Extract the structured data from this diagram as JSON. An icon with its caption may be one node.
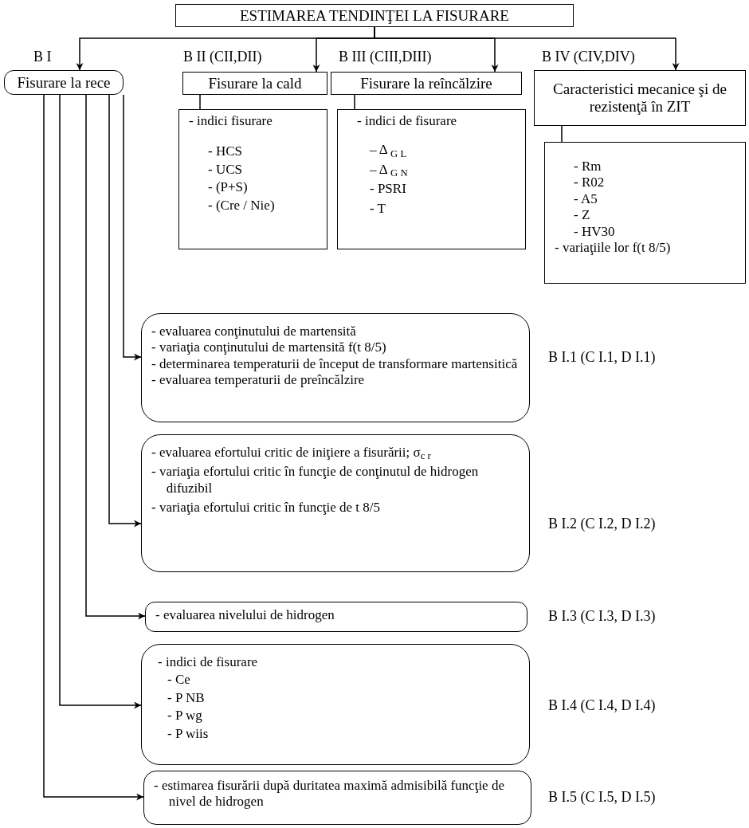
{
  "diagram": {
    "nodes": [
      {
        "text": [
          "ESTIMAREA TENDINŢEI LA FISURARE"
        ]
      },
      {
        "text": [
          "Fisurare la rece"
        ],
        "beside": [
          "B I"
        ]
      },
      {
        "text": [
          "Fisurare la cald"
        ],
        "beside": [
          "B II (CII,DII)"
        ]
      },
      {
        "text": [
          "Fisurare la reîncălzire"
        ],
        "beside": [
          "B III (CIII,DIII)"
        ]
      },
      {
        "text": [
          "Caracteristici mecanice şi de rezistenţă în ZIT"
        ],
        "beside": [
          "B IV (CIV,DIV)"
        ]
      },
      {
        "text": [
          "- indici fisurare",
          "- HCS",
          "- UCS",
          "- (P+S)",
          "- (Cre / Nie)"
        ]
      },
      {
        "text": [
          "- indici de fisurare",
          "– Δ $_{G L}$",
          "– Δ $_{G N}$",
          "- PSRI",
          "- T"
        ]
      },
      {
        "text": [
          "- Rm",
          "- R02",
          "- A5",
          "- Z",
          "- HV30",
          "- variaţiile lor f(t 8/5)"
        ]
      },
      {
        "text": [
          "- evaluarea conţinutului de martensită",
          "- variaţia conţinutului de martensită f(t 8/5)",
          "- determinarea temperaturii de început de transformare martensitică",
          "- evaluarea temperaturii de preîncălzire"
        ],
        "beside": [
          "B I.1 (C I.1, D I.1)"
        ]
      },
      {
        "text": [
          "- evaluarea efortului critic de iniţiere a fisurării; σ$_{c r}$",
          "- variaţia efortului critic în funcţie de conţinutul de hidrogen difuzibil",
          "- variaţia efortului critic în funcţie de t 8/5"
        ],
        "beside": [
          "B I.2 (C I.2, D I.2)"
        ]
      },
      {
        "text": [
          "- evaluarea nivelului de hidrogen"
        ],
        "beside": [
          "B I.3 (C I.3, D I.3)"
        ]
      },
      {
        "text": [
          "- indici de fisurare",
          "- Ce",
          "- P NB",
          "- P wg",
          "- P wiis"
        ],
        "beside": [
          "B I.4 (C I.4, D I.4)"
        ]
      },
      {
        "text": [
          "- estimarea fisurării după duritatea maximă admisibilă funcţie de nivel de hidrogen"
        ],
        "beside": [
          "B I.5 (C I.5, D I.5)"
        ]
      }
    ],
    "edges": [
      {
        "from": 0,
        "to": 1,
        "arrow": "to"
      },
      {
        "from": 0,
        "to": 2,
        "arrow": "to"
      },
      {
        "from": 0,
        "to": 3,
        "arrow": "to"
      },
      {
        "from": 0,
        "to": 4,
        "arrow": "to"
      },
      {
        "from": 2,
        "to": 5,
        "arrow": "none"
      },
      {
        "from": 3,
        "to": 6,
        "arrow": "none"
      },
      {
        "from": 4,
        "to": 7,
        "arrow": "none"
      },
      {
        "from": 1,
        "to": 8,
        "arrow": "to"
      },
      {
        "from": 1,
        "to": 9,
        "arrow": "to"
      },
      {
        "from": 1,
        "to": 10,
        "arrow": "to"
      },
      {
        "from": 1,
        "to": 11,
        "arrow": "to"
      },
      {
        "from": 1,
        "to": 12,
        "arrow": "to"
      }
    ]
  }
}
